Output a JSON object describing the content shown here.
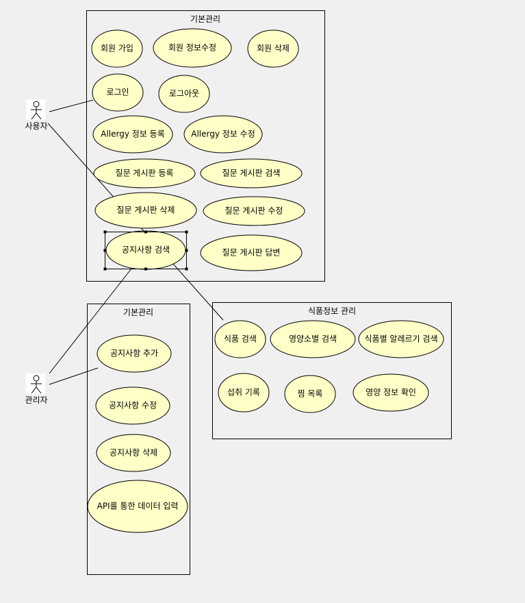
{
  "boundaries": {
    "user_basic": {
      "label": "기본관리"
    },
    "admin_basic": {
      "label": "기본관리"
    },
    "food": {
      "label": "식품정보 관리"
    }
  },
  "actors": {
    "user": {
      "label": "사용자"
    },
    "admin": {
      "label": "관리자"
    }
  },
  "use_cases": {
    "signup": "회원 가입",
    "edit_member": "회원 정보수정",
    "delete_member": "회원 삭제",
    "login": "로그인",
    "logout": "로그아웃",
    "allergy_register": "Allergy 정보 등록",
    "allergy_edit": "Allergy 정보 수정",
    "qna_register": "질문 게시판 등록",
    "qna_search": "질문 게시판 검색",
    "qna_delete": "질문 게시판 삭제",
    "qna_edit": "질문 게시판 수정",
    "notice_search": "공지사항 검색",
    "qna_answer": "질문 게시판 답변",
    "notice_add": "공지사항 추가",
    "notice_edit": "공지사항 수정",
    "notice_delete": "공지사항 삭제",
    "api_input": "API를 통한 데이터 입력",
    "food_search": "식품 검색",
    "nutrient_search": "영양소별 검색",
    "allergen_search": "식품별 알레르기 검색",
    "intake_record": "섭취 기록",
    "favorites": "찜 목록",
    "nutrition_check": "영양 정보 확인"
  },
  "colors": {
    "background": "#f0f0f0",
    "use_case_fill": "#ffffc8",
    "stroke": "#000000"
  }
}
